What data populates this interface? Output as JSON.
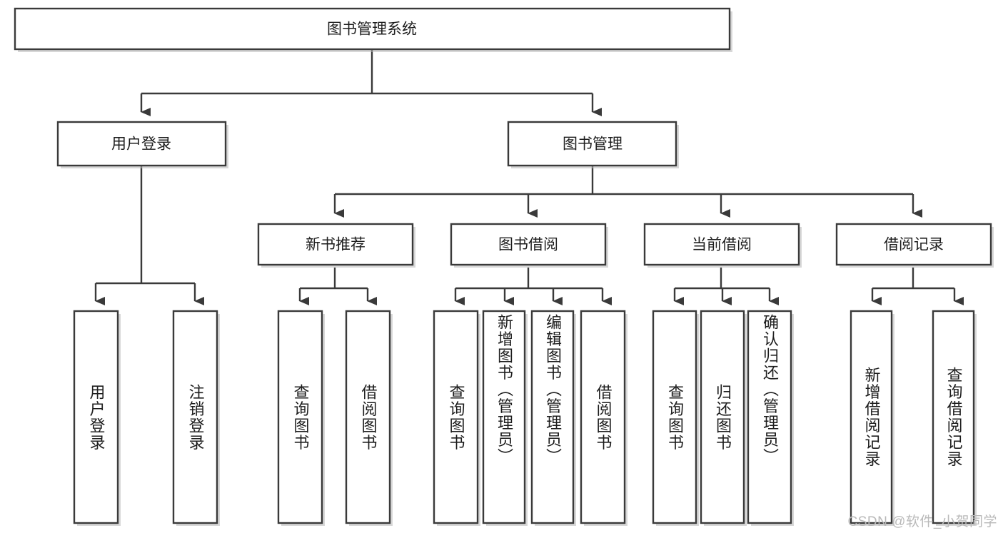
{
  "diagram": {
    "title": "图书管理系统",
    "type": "tree-hierarchy",
    "root": {
      "label": "图书管理系统"
    },
    "level2": [
      {
        "label": "用户登录"
      },
      {
        "label": "图书管理"
      }
    ],
    "level3": [
      {
        "label": "新书推荐"
      },
      {
        "label": "图书借阅"
      },
      {
        "label": "当前借阅"
      },
      {
        "label": "借阅记录"
      }
    ],
    "leaves": {
      "user_login": [
        {
          "label": "用户登录"
        },
        {
          "label": "注销登录"
        }
      ],
      "new_book_recommend": [
        {
          "label": "查询图书"
        },
        {
          "label": "借阅图书"
        }
      ],
      "book_borrow": [
        {
          "label": "查询图书"
        },
        {
          "label": "新增图书（管理员）"
        },
        {
          "label": "编辑图书（管理员）"
        },
        {
          "label": "借阅图书"
        }
      ],
      "current_borrow": [
        {
          "label": "查询图书"
        },
        {
          "label": "归还图书"
        },
        {
          "label": "确认归还（管理员）"
        }
      ],
      "borrow_record": [
        {
          "label": "新增借阅记录"
        },
        {
          "label": "查询借阅记录"
        }
      ]
    }
  },
  "watermark": {
    "text": "CSDN @软件_小贺同学"
  },
  "colors": {
    "box_stroke": "#3a3a3a",
    "box_fill": "#ffffff",
    "text": "#1d1d1d",
    "watermark": "#b9b9b9",
    "background": "#ffffff"
  }
}
